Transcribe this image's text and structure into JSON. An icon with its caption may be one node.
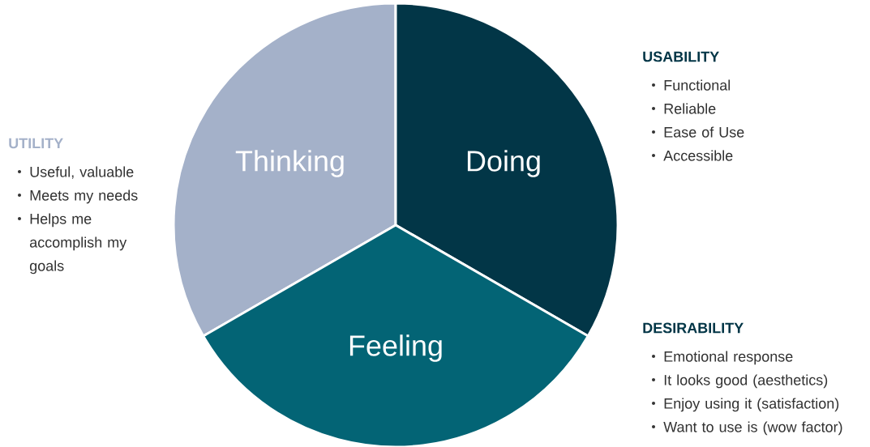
{
  "diagram": {
    "nodes": [
      {
        "text": [
          "Thinking"
        ],
        "beside": [
          "UTILITY",
          "Useful, valuable",
          "Meets my needs",
          "Helps me accomplish my goals"
        ]
      },
      {
        "text": [
          "Doing"
        ],
        "beside": [
          "USABILITY",
          "Functional",
          "Reliable",
          "Ease of Use",
          "Accessible"
        ]
      },
      {
        "text": [
          "Feeling"
        ],
        "beside": [
          "DESIRABILITY",
          "Emotional response",
          "It looks good (aesthetics)",
          "Enjoy using it (satisfaction)",
          "Want to use is (wow factor)"
        ]
      }
    ]
  }
}
